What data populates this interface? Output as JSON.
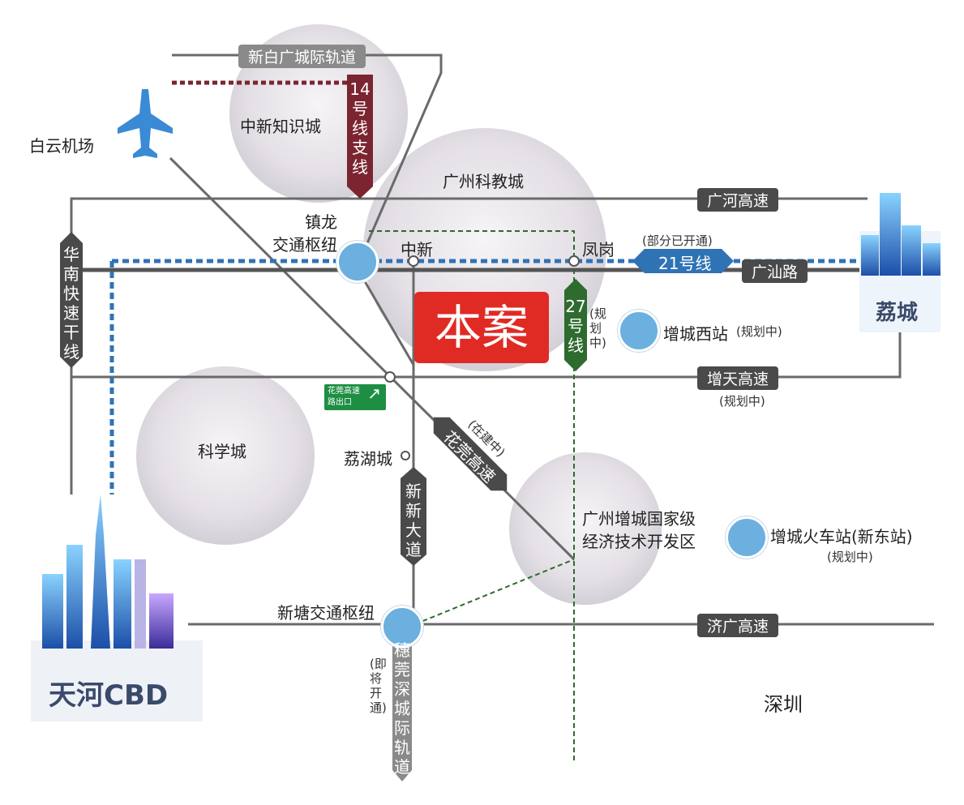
{
  "places": {
    "baiyun_airport": "白云机场",
    "zhongxin_knowledge_city": "中新知识城",
    "guangzhou_sci_edu_city": "广州科教城",
    "science_city": "科学城",
    "zengcheng_dev_zone_line1": "广州增城国家级",
    "zengcheng_dev_zone_line2": "经济技术开发区",
    "lichenghu": "荔湖城",
    "shenzhen": "深圳",
    "zhongxin": "中新",
    "fenggang": "凤岗",
    "zhenlong_hub_line1": "镇龙",
    "zhenlong_hub_line2": "交通枢纽",
    "xintang_hub": "新塘交通枢纽",
    "project": "本案",
    "licheng": "荔城",
    "tianhe_cbd": "天河CBD"
  },
  "roads": {
    "xinbai_intercity": "新白广城际轨道",
    "guanghe_expressway": "广河高速",
    "guangshan_road": "广汕路",
    "zengtian_expressway": "增天高速",
    "zengtian_note": "(规划中)",
    "jiguang_expressway": "济广高速",
    "huanan_expressway": "华南快速干线",
    "xinxin_avenue": "新新大道",
    "huawan_expressway": "花莞高速",
    "huawan_note": "(在建中)",
    "suiguanshen_intercity": "穗莞深城际轨道",
    "suiguanshen_note": "(即将开通)"
  },
  "metro": {
    "line14_branch": "14号线支线",
    "line21": "21号线",
    "line21_note": "(部分已开通)",
    "line27": "27号线",
    "line27_note": "(规划中)"
  },
  "stations": {
    "zengcheng_west": "增城西站",
    "zengcheng_west_note": "(规划中)",
    "zengcheng_rail": "增城火车站(新东站)",
    "zengcheng_rail_note": "(规划中)"
  },
  "exit_sign": {
    "line1": "花莞高速",
    "line2": "路出口"
  },
  "colors": {
    "line14": "#7a2530",
    "line21": "#2f73b5",
    "line27": "#2e6b2e",
    "road": "#555555",
    "project_tag": "#e02a24",
    "exit_sign": "#1e8e43"
  }
}
